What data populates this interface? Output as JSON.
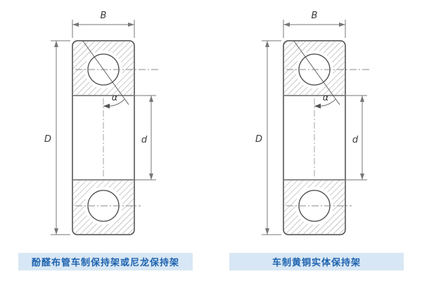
{
  "figures": [
    {
      "caption": "酚醛布管车制保持架或尼龙保持架",
      "labels": {
        "B": "B",
        "D": "D",
        "d": "d",
        "alpha": "α"
      }
    },
    {
      "caption": "车制黄铜实体保持架",
      "labels": {
        "B": "B",
        "D": "D",
        "d": "d",
        "alpha": "α"
      }
    }
  ],
  "colors": {
    "caption_bg": "#d8e7f5",
    "caption_text": "#1e63af",
    "outline": "#4a4a4a",
    "dimension": "#777777",
    "hatch": "#9a9a9a"
  }
}
